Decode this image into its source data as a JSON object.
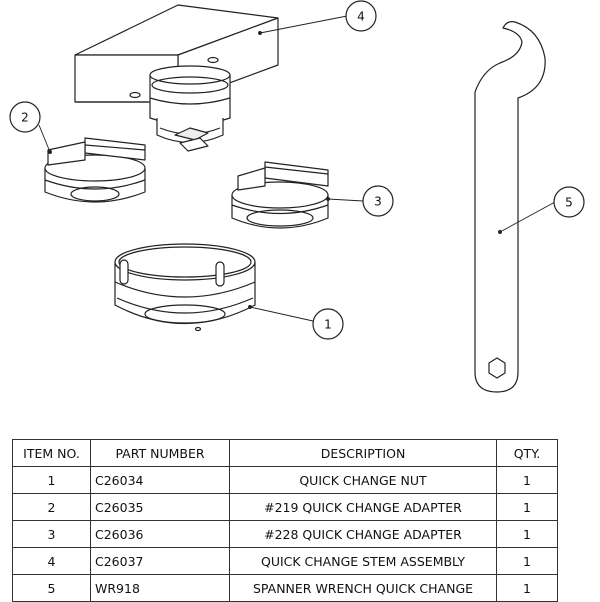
{
  "balloons": [
    "1",
    "2",
    "3",
    "4",
    "5"
  ],
  "bom": {
    "headers": {
      "item": "ITEM NO.",
      "part": "PART NUMBER",
      "desc": "DESCRIPTION",
      "qty": "QTY."
    },
    "rows": [
      {
        "item": "1",
        "part": "C26034",
        "desc": "QUICK CHANGE NUT",
        "qty": "1"
      },
      {
        "item": "2",
        "part": "C26035",
        "desc": "#219 QUICK CHANGE ADAPTER",
        "qty": "1"
      },
      {
        "item": "3",
        "part": "C26036",
        "desc": "#228 QUICK CHANGE ADAPTER",
        "qty": "1"
      },
      {
        "item": "4",
        "part": "C26037",
        "desc": "QUICK CHANGE STEM ASSEMBLY",
        "qty": "1"
      },
      {
        "item": "5",
        "part": "WR918",
        "desc": "SPANNER WRENCH QUICK CHANGE",
        "qty": "1"
      }
    ]
  }
}
